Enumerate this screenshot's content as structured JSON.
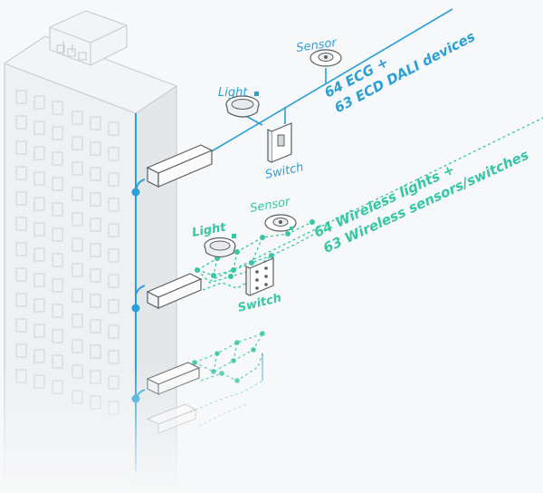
{
  "colors": {
    "wired": "#2b9fd6",
    "wireless": "#37c6a6",
    "outline": "#5a5f63",
    "building": "#dfe2e5"
  },
  "wired_group": {
    "sensor_label": "Sensor",
    "light_label": "Light",
    "switch_label": "Switch",
    "caption_line1": "64 ECG +",
    "caption_line2": "63 ECD DALI devices"
  },
  "wireless_group": {
    "sensor_label": "Sensor",
    "light_label": "Light",
    "switch_label": "Switch",
    "caption_line1": "64 Wireless lights +",
    "caption_line2": "63 Wireless sensors/switches"
  }
}
